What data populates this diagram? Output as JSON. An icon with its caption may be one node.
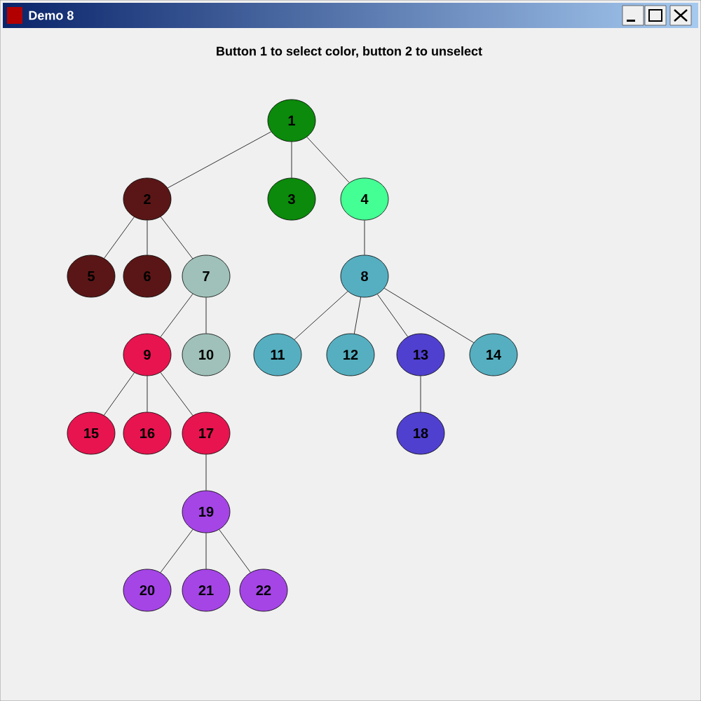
{
  "diagram": {
    "title": "Button 1 to select color, button 2 to unselect",
    "nodes": [
      {
        "text": [
          "1"
        ]
      },
      {
        "text": [
          "2"
        ]
      },
      {
        "text": [
          "3"
        ]
      },
      {
        "text": [
          "4"
        ]
      },
      {
        "text": [
          "5"
        ]
      },
      {
        "text": [
          "6"
        ]
      },
      {
        "text": [
          "7"
        ]
      },
      {
        "text": [
          "8"
        ]
      },
      {
        "text": [
          "9"
        ]
      },
      {
        "text": [
          "10"
        ]
      },
      {
        "text": [
          "11"
        ]
      },
      {
        "text": [
          "12"
        ]
      },
      {
        "text": [
          "13"
        ]
      },
      {
        "text": [
          "14"
        ]
      },
      {
        "text": [
          "15"
        ]
      },
      {
        "text": [
          "16"
        ]
      },
      {
        "text": [
          "17"
        ]
      },
      {
        "text": [
          "18"
        ]
      },
      {
        "text": [
          "19"
        ]
      },
      {
        "text": [
          "20"
        ]
      },
      {
        "text": [
          "21"
        ]
      },
      {
        "text": [
          "22"
        ]
      }
    ],
    "edges": [
      {
        "from": 0,
        "to": 1,
        "arrow": "none"
      },
      {
        "from": 0,
        "to": 2,
        "arrow": "none"
      },
      {
        "from": 0,
        "to": 3,
        "arrow": "none"
      },
      {
        "from": 1,
        "to": 4,
        "arrow": "none"
      },
      {
        "from": 1,
        "to": 5,
        "arrow": "none"
      },
      {
        "from": 1,
        "to": 6,
        "arrow": "none"
      },
      {
        "from": 3,
        "to": 7,
        "arrow": "none"
      },
      {
        "from": 6,
        "to": 8,
        "arrow": "none"
      },
      {
        "from": 6,
        "to": 9,
        "arrow": "none"
      },
      {
        "from": 7,
        "to": 10,
        "arrow": "none"
      },
      {
        "from": 7,
        "to": 11,
        "arrow": "none"
      },
      {
        "from": 7,
        "to": 12,
        "arrow": "none"
      },
      {
        "from": 7,
        "to": 13,
        "arrow": "none"
      },
      {
        "from": 8,
        "to": 14,
        "arrow": "none"
      },
      {
        "from": 8,
        "to": 15,
        "arrow": "none"
      },
      {
        "from": 8,
        "to": 16,
        "arrow": "none"
      },
      {
        "from": 12,
        "to": 17,
        "arrow": "none"
      },
      {
        "from": 16,
        "to": 18,
        "arrow": "none"
      },
      {
        "from": 18,
        "to": 19,
        "arrow": "none"
      },
      {
        "from": 18,
        "to": 20,
        "arrow": "none"
      },
      {
        "from": 18,
        "to": 21,
        "arrow": "none"
      }
    ],
    "labels": [
      "Demo 8"
    ]
  }
}
